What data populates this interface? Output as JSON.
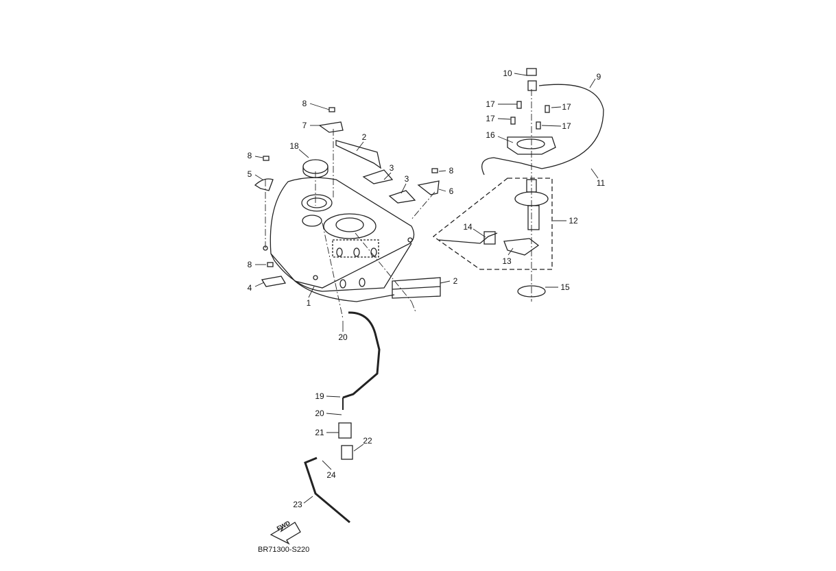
{
  "diagram_code": "BR71300-S220",
  "fwd_arrow": "FWD",
  "callouts": [
    "8",
    "7",
    "2",
    "18",
    "8",
    "5",
    "3",
    "3",
    "8",
    "6",
    "1",
    "8",
    "4",
    "2",
    "10",
    "9",
    "17",
    "17",
    "17",
    "17",
    "16",
    "11",
    "12",
    "14",
    "13",
    "15",
    "20",
    "19",
    "20",
    "21",
    "22",
    "24",
    "23"
  ]
}
